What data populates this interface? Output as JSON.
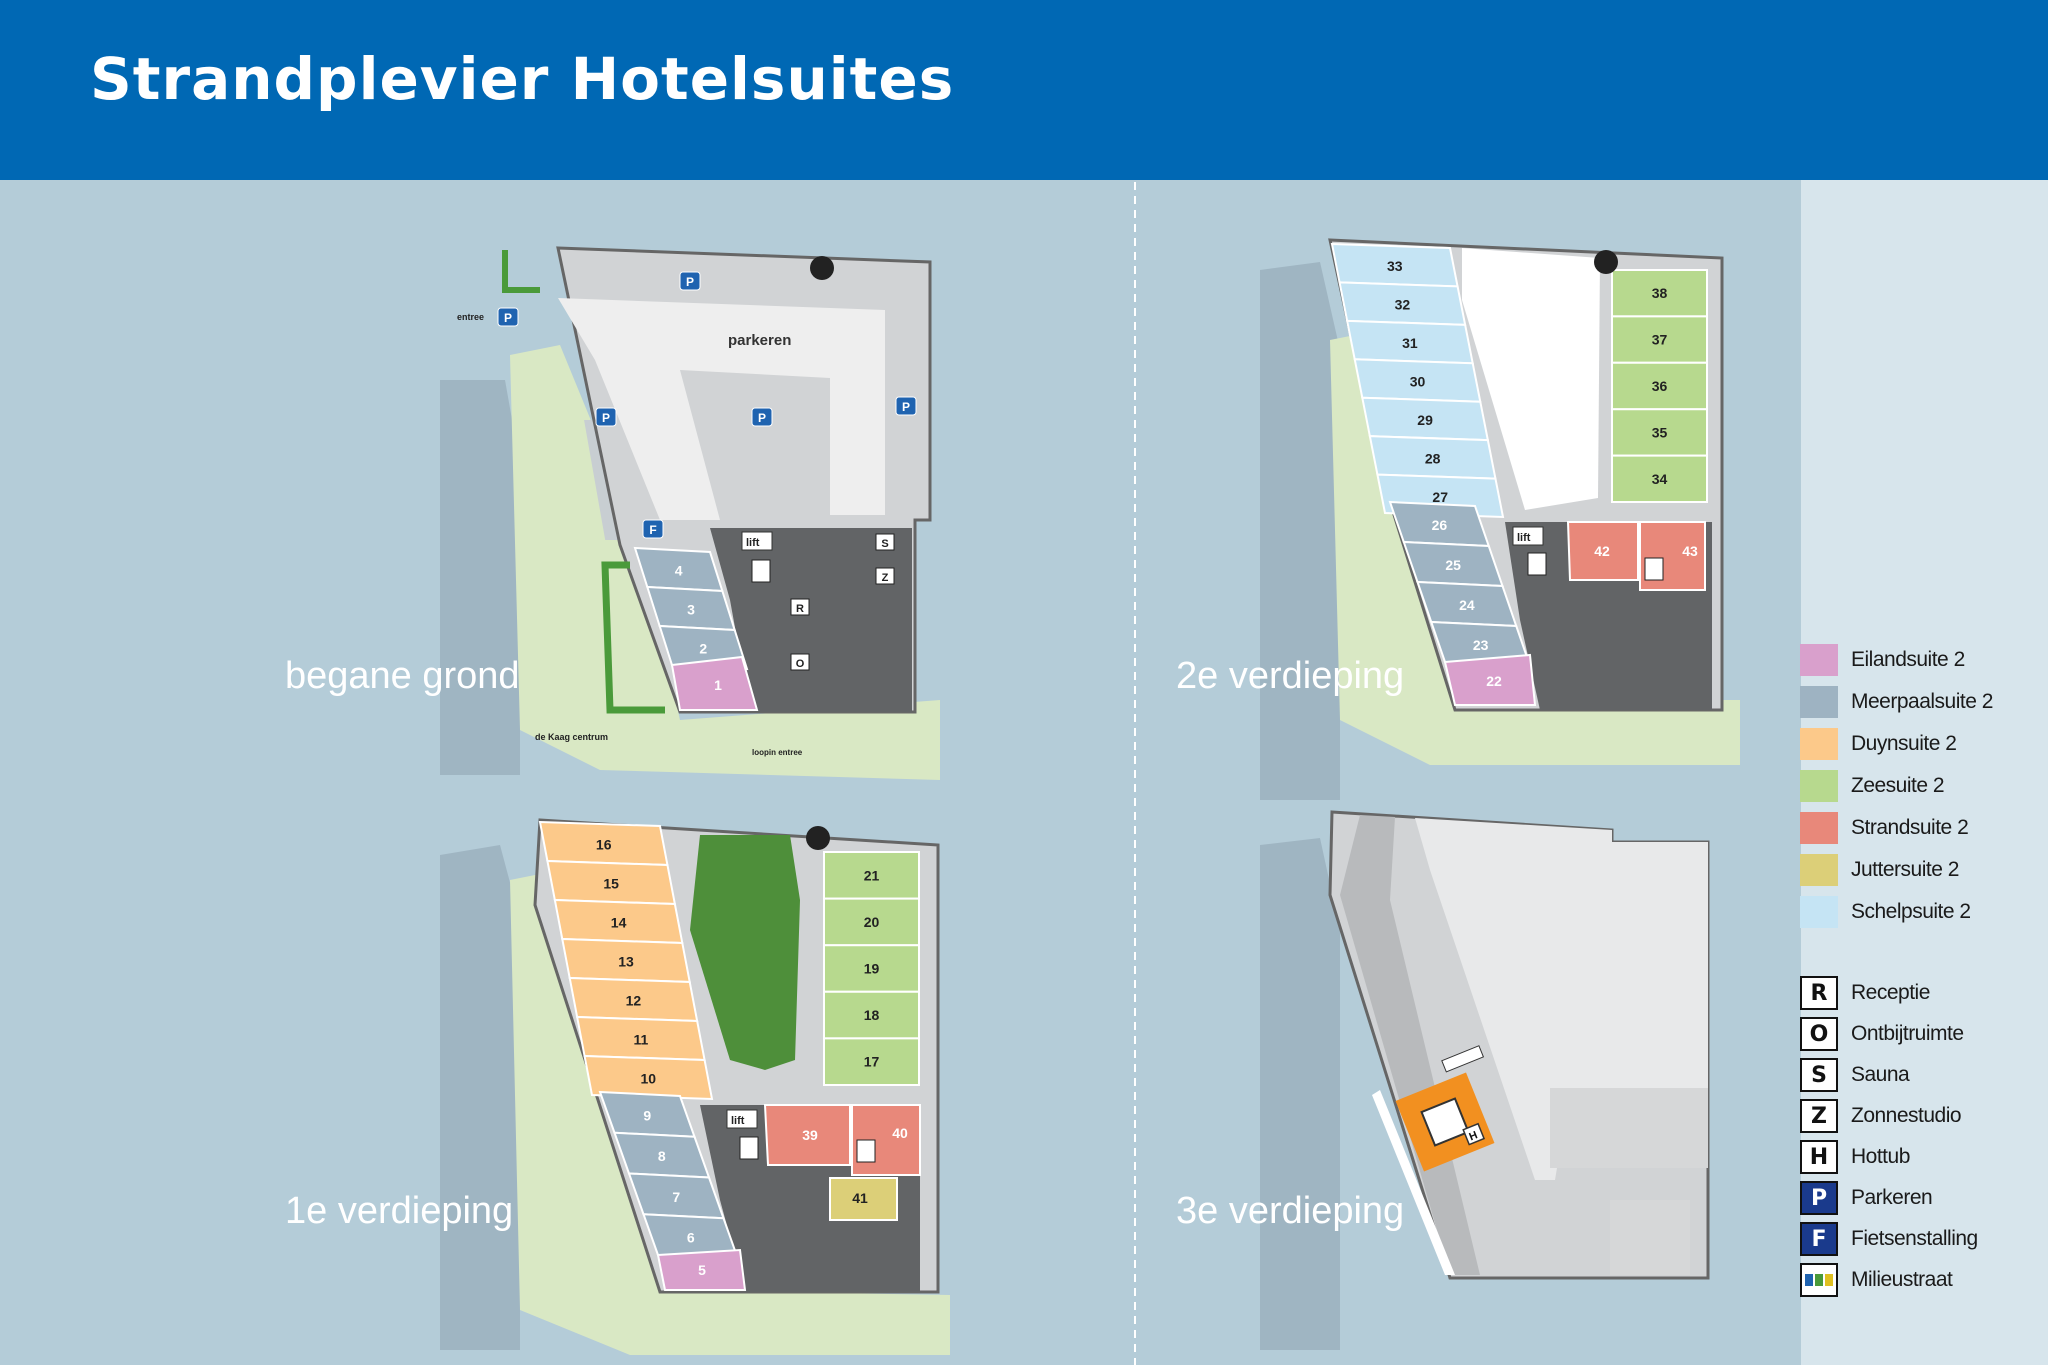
{
  "header": {
    "title": "Strandplevier Hotelsuites"
  },
  "floors": {
    "ground": {
      "label": "begane grond",
      "parking_label": "parkeren",
      "entrance_label": "entree",
      "de_kaag_label": "de Kaag centrum",
      "foot_entrance_label": "loopin entree",
      "lift_label": "lift"
    },
    "first": {
      "label": "1e verdieping",
      "lift_label": "lift"
    },
    "second": {
      "label": "2e verdieping",
      "lift_label": "lift"
    },
    "third": {
      "label": "3e verdieping"
    }
  },
  "rooms": {
    "ground": [
      "4",
      "3",
      "2",
      "1"
    ],
    "first_west": [
      "16",
      "15",
      "14",
      "13",
      "12",
      "11",
      "10"
    ],
    "first_east": [
      "21",
      "20",
      "19",
      "18",
      "17"
    ],
    "first_south": [
      "9",
      "8",
      "7",
      "6",
      "5"
    ],
    "first_other": [
      "39",
      "40",
      "41"
    ],
    "second_west": [
      "33",
      "32",
      "31",
      "30",
      "29",
      "28",
      "27"
    ],
    "second_east": [
      "38",
      "37",
      "36",
      "35",
      "34"
    ],
    "second_south": [
      "26",
      "25",
      "24",
      "23",
      "22"
    ],
    "second_other": [
      "42",
      "43"
    ]
  },
  "legend": {
    "suites": [
      {
        "label": "Eilandsuite 2",
        "color": "#d9a0cc"
      },
      {
        "label": "Meerpaalsuite 2",
        "color": "#9eb3c2"
      },
      {
        "label": "Duynsuite 2",
        "color": "#fcc98a"
      },
      {
        "label": "Zeesuite 2",
        "color": "#b7d98e"
      },
      {
        "label": "Strandsuite 2",
        "color": "#e8887a"
      },
      {
        "label": "Juttersuite 2",
        "color": "#dccf78"
      },
      {
        "label": "Schelpsuite 2",
        "color": "#c5e4f4"
      }
    ],
    "keys": [
      {
        "symbol": "R",
        "label": "Receptie",
        "style": "plain"
      },
      {
        "symbol": "O",
        "label": "Ontbijtruimte",
        "style": "plain"
      },
      {
        "symbol": "S",
        "label": "Sauna",
        "style": "plain"
      },
      {
        "symbol": "Z",
        "label": "Zonnestudio",
        "style": "plain"
      },
      {
        "symbol": "H",
        "label": "Hottub",
        "style": "plain"
      },
      {
        "symbol": "P",
        "label": "Parkeren",
        "style": "blue"
      },
      {
        "symbol": "F",
        "label": "Fietsenstalling",
        "style": "blue"
      },
      {
        "symbol": "",
        "label": "Milieustraat",
        "style": "bins"
      }
    ]
  }
}
